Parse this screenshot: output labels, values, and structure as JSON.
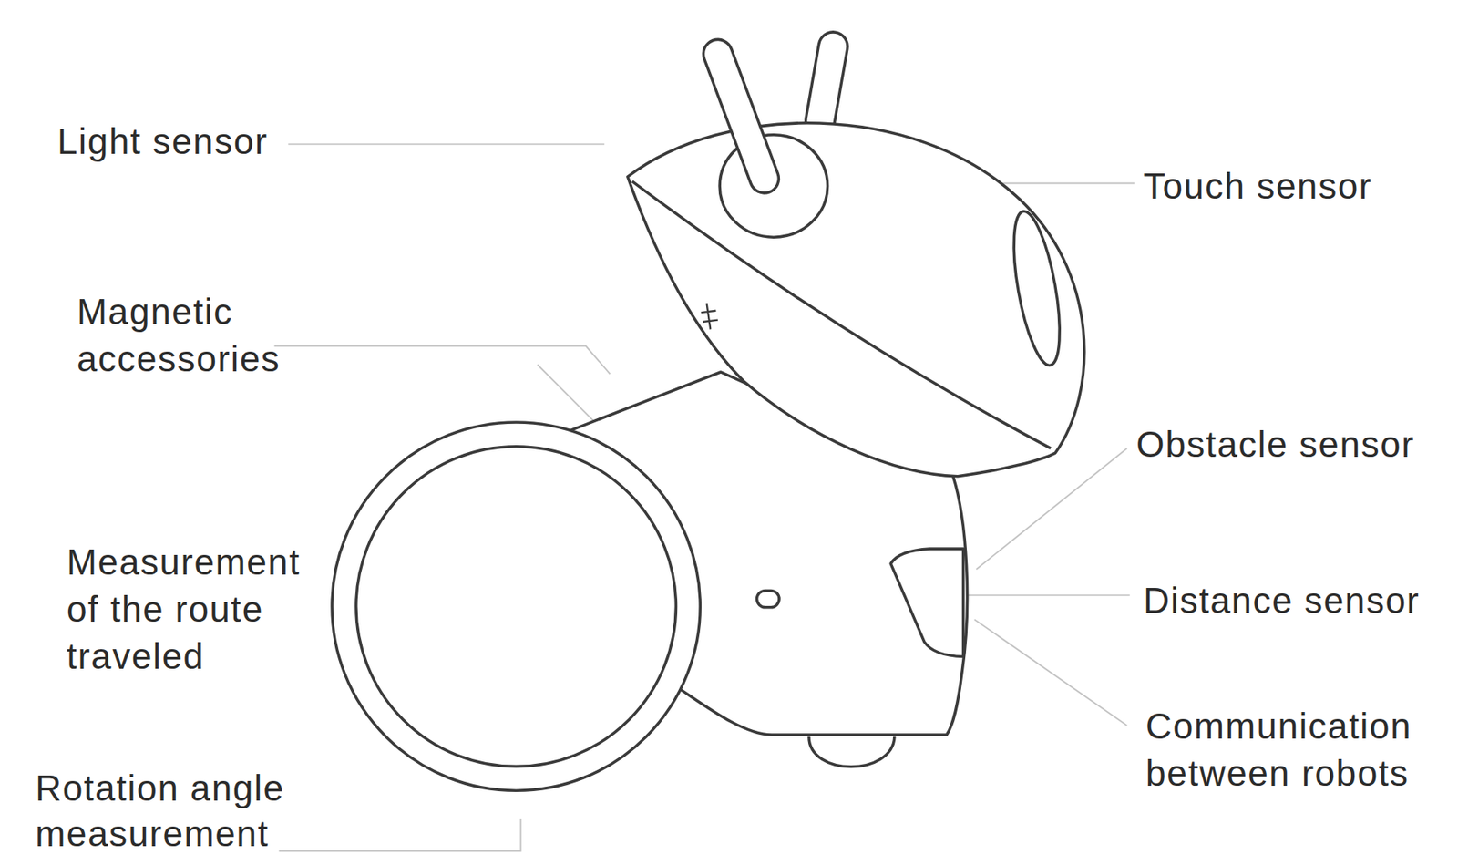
{
  "diagram": {
    "labels": [
      "Light sensor",
      "Touch sensor",
      "Magnetic accessories",
      "Obstacle sensor",
      "Measurement of the route traveled",
      "Distance sensor",
      "Rotation angle measurement",
      "Communication between robots"
    ]
  }
}
